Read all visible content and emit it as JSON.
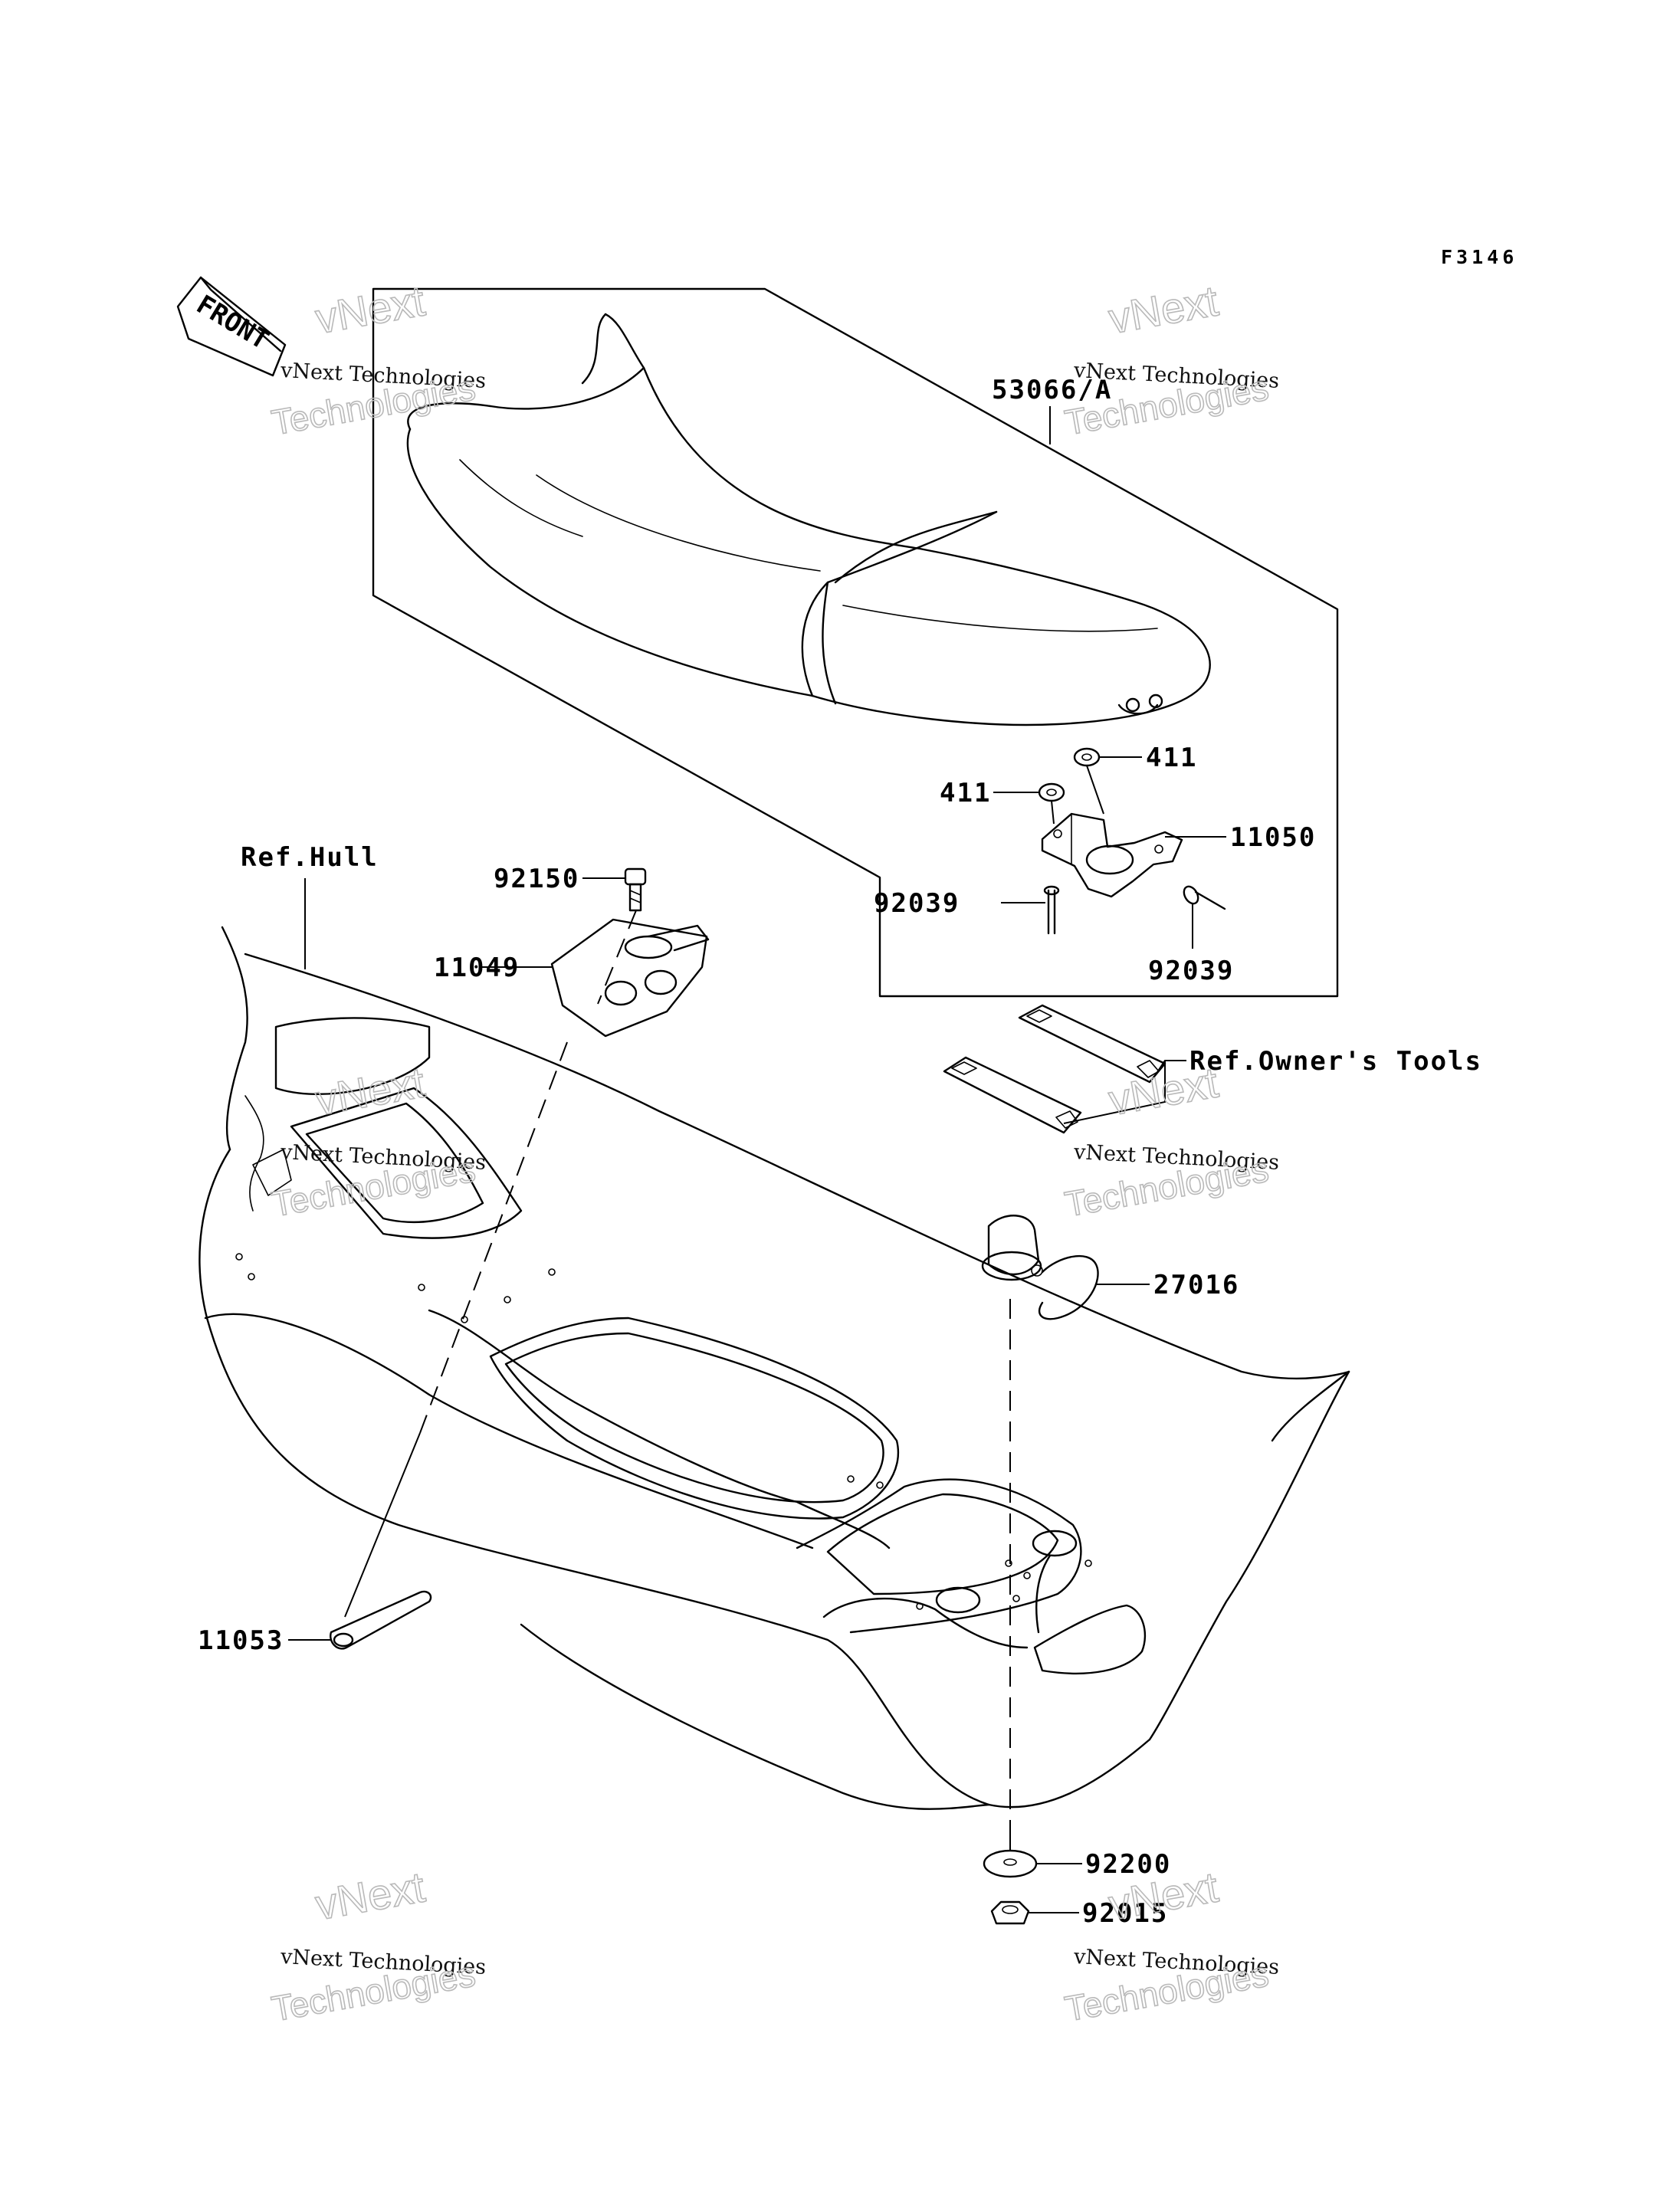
{
  "figure_code": "F3146",
  "front_marker": "FRONT",
  "watermark": {
    "company": "vNext Technologies",
    "word1": "vNext",
    "word2": "Technologies"
  },
  "parts": {
    "seat": "53066/A",
    "washer_top": "411",
    "washer_left": "411",
    "bracket_seat": "11050",
    "pin_left": "92039",
    "pin_bottom": "92039",
    "bolt": "92150",
    "bracket_hull": "11049",
    "plate": "11053",
    "catch": "27016",
    "washer_bottom": "92200",
    "nut": "92015"
  },
  "references": {
    "hull": "Ref.Hull",
    "owners_tools": "Ref.Owner's Tools"
  }
}
